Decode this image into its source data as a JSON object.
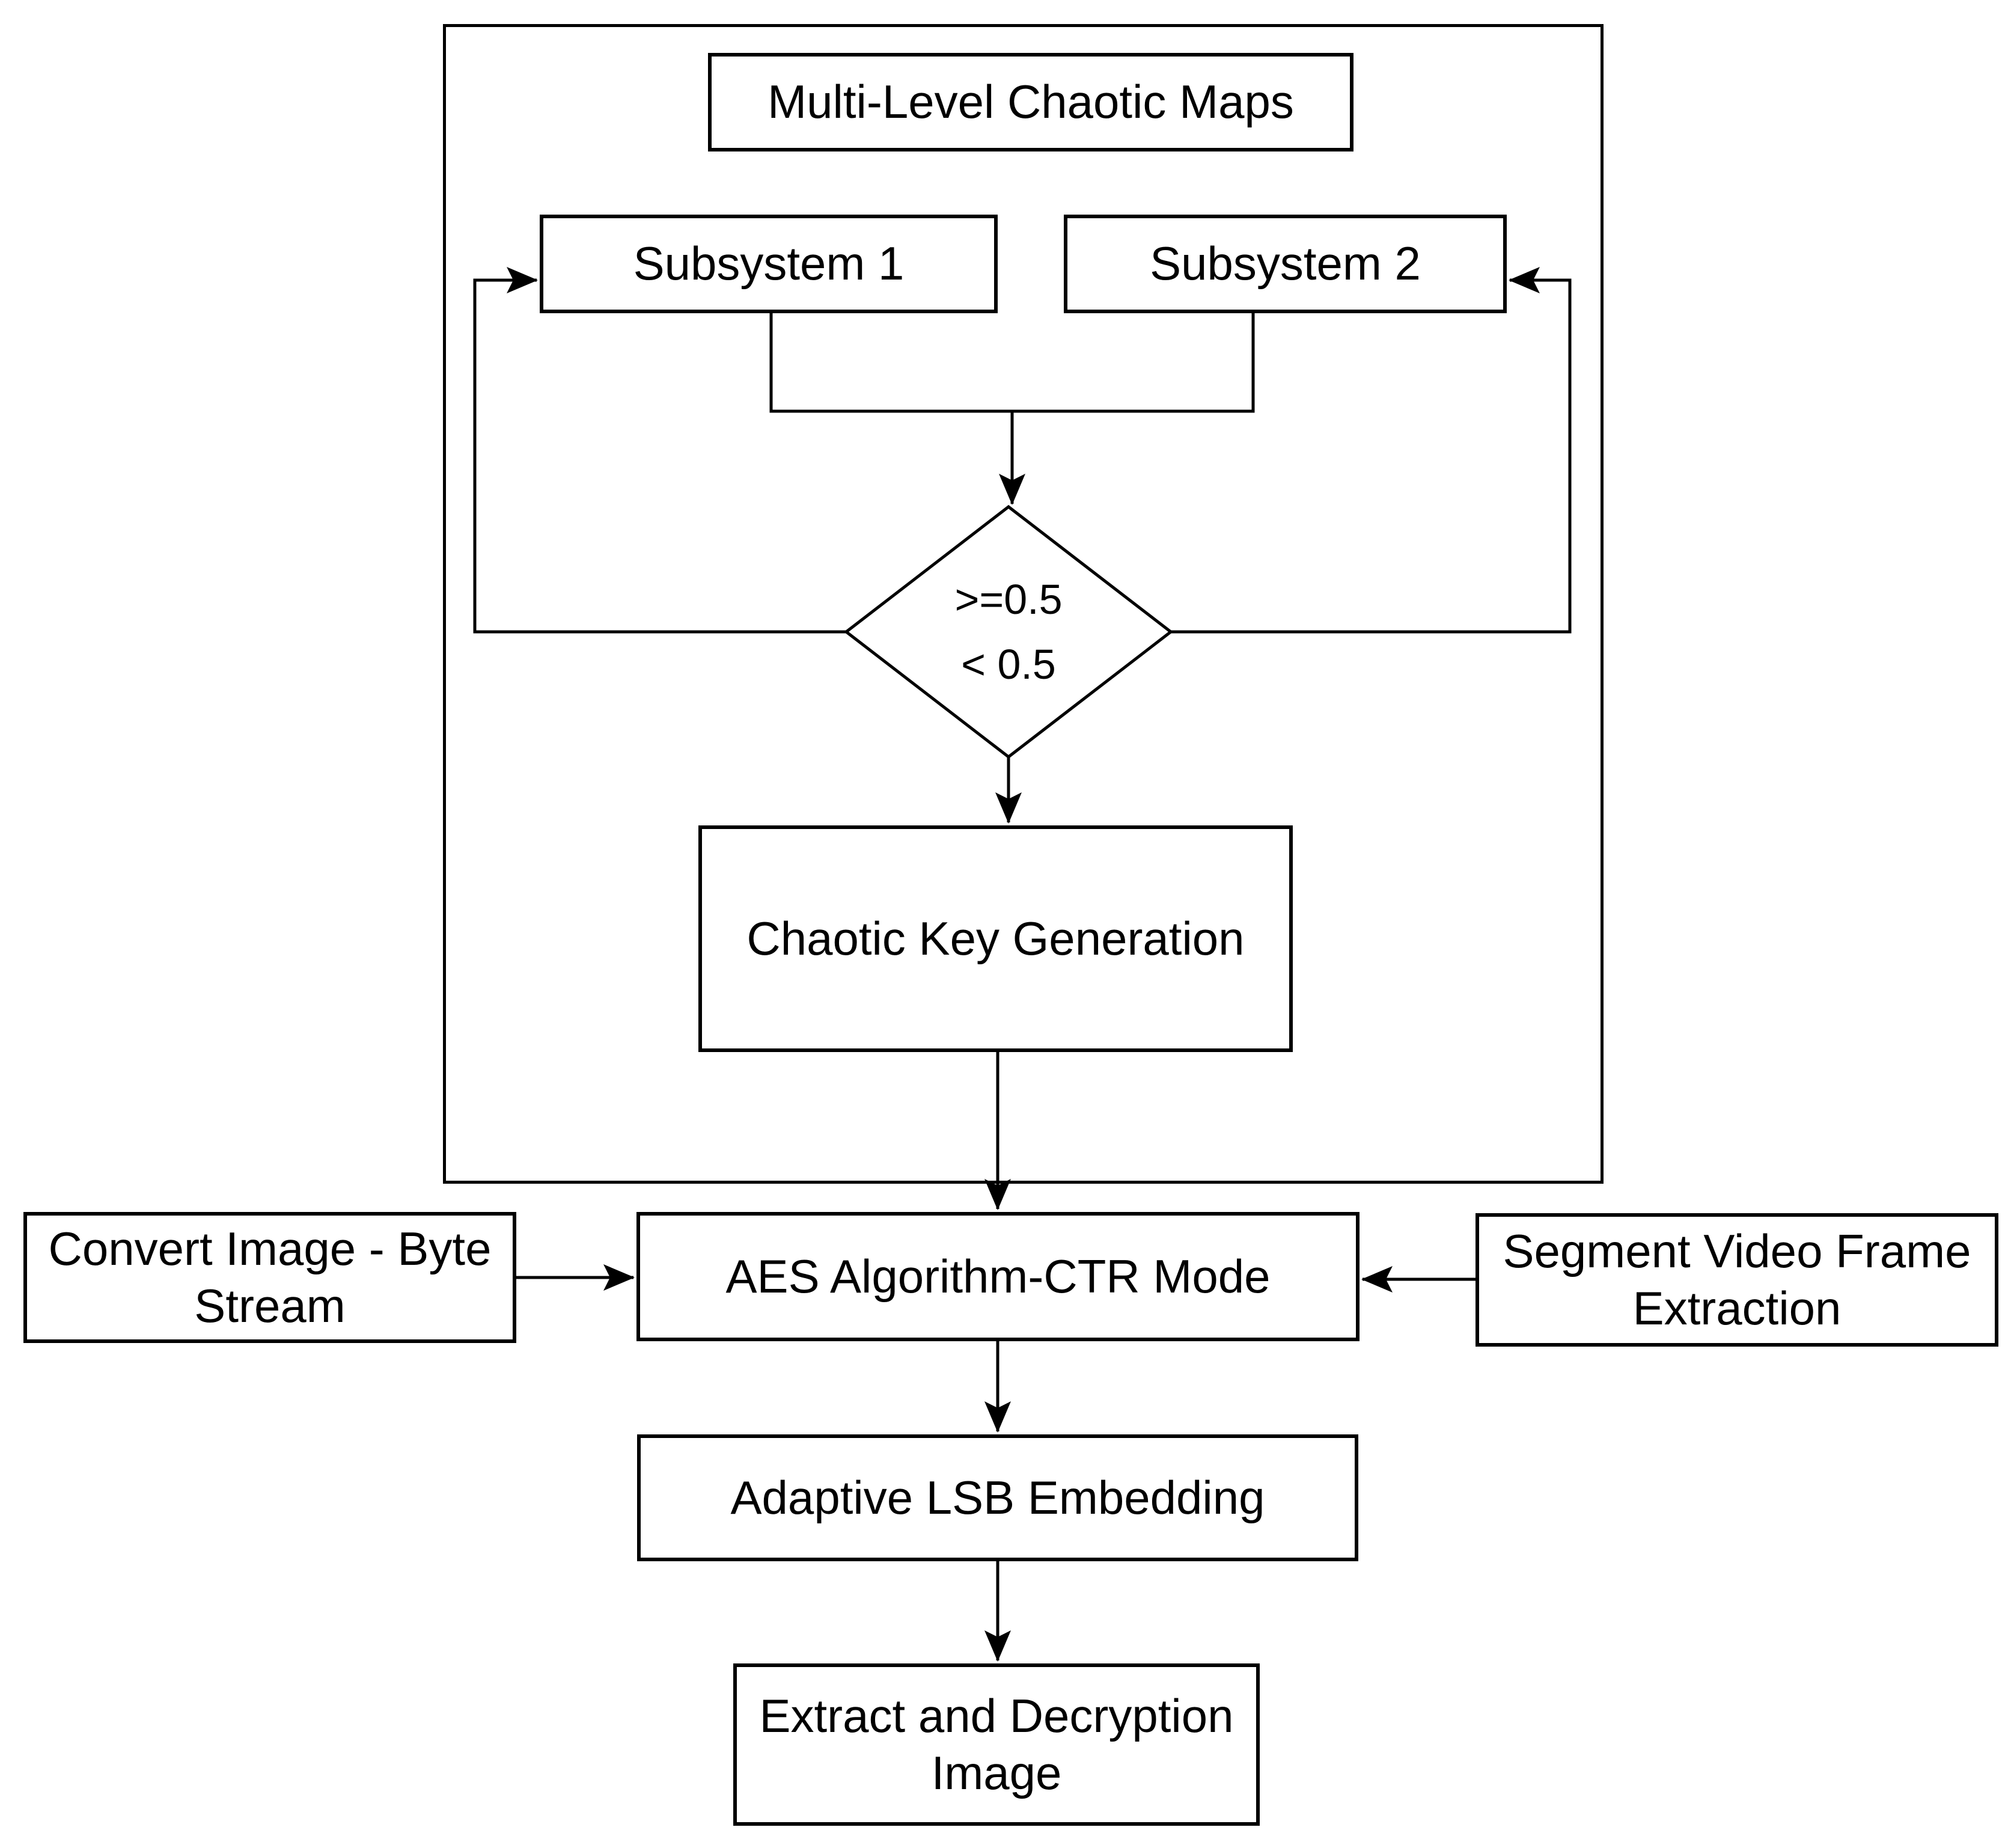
{
  "diagram": {
    "background_color": "#ffffff",
    "line_color": "#000000",
    "nodes": {
      "multi_level": {
        "label": "Multi-Level Chaotic Maps"
      },
      "subsystem1": {
        "label": "Subsystem 1"
      },
      "subsystem2": {
        "label": "Subsystem 2"
      },
      "decision": {
        "line1": ">=0.5",
        "line2": "< 0.5"
      },
      "chaotic_key": {
        "label": "Chaotic Key Generation"
      },
      "convert_image": {
        "label": "Convert Image - Byte Stream"
      },
      "aes": {
        "label": "AES Algorithm-CTR Mode"
      },
      "segment_video": {
        "label": "Segment Video Frame Extraction"
      },
      "adaptive_lsb": {
        "label": "Adaptive LSB Embedding"
      },
      "extract_decrypt": {
        "label": "Extract and Decryption Image"
      }
    }
  }
}
